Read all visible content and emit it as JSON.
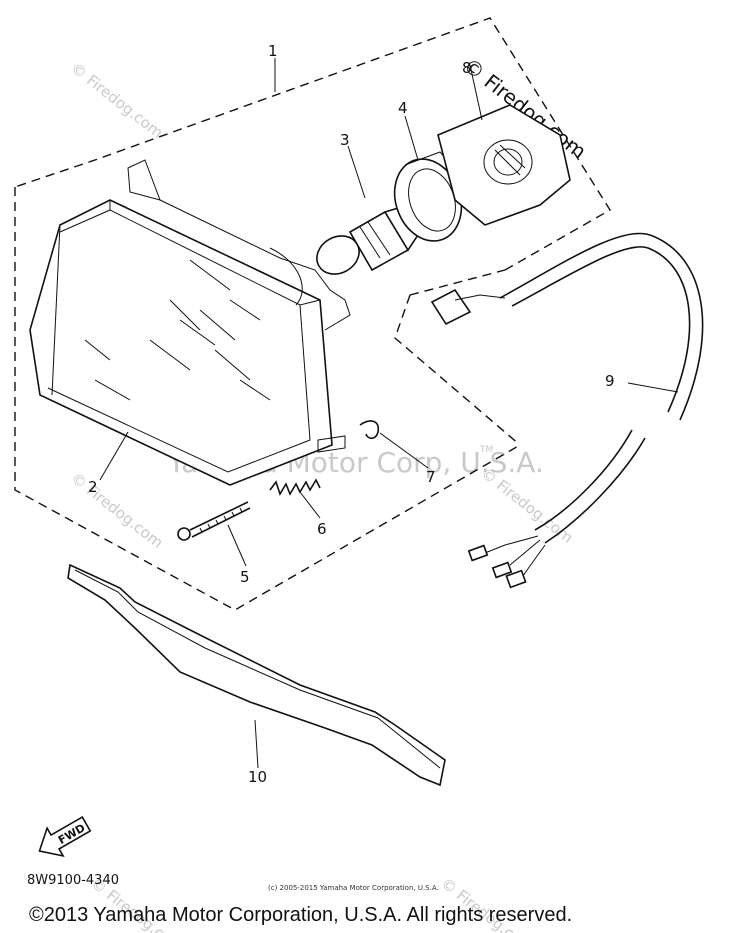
{
  "watermarks": {
    "main": "Yamaha Motor Corp, U.S.A.",
    "tm": "TM",
    "firedog": "© Firedog.com"
  },
  "callouts": {
    "p1": "1",
    "p2": "2",
    "p3": "3",
    "p4": "4",
    "p5": "5",
    "p6": "6",
    "p7": "7",
    "p8": "8",
    "p9": "9",
    "p10": "10"
  },
  "fwd_label": "FWD",
  "diagram_code": "8W9100-4340",
  "small_copyright": "(c) 2005-2015 Yamaha Motor Corporation, U.S.A.",
  "copyright": "©2013 Yamaha Motor Corporation, U.S.A. All rights reserved."
}
